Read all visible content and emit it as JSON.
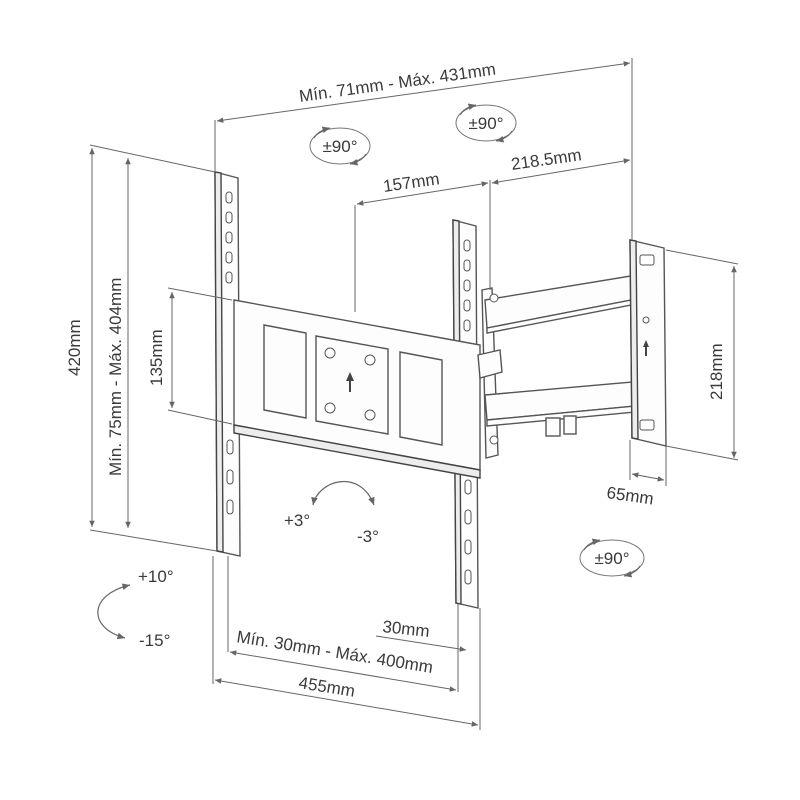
{
  "dimensions": {
    "overall_width": "Mín. 71mm - Máx. 431mm",
    "arm_segment_inner": "157mm",
    "arm_segment_outer": "218.5mm",
    "overall_height": "420mm",
    "vesa_vertical": "Mín. 75mm - Máx. 404mm",
    "plate_height": "135mm",
    "wall_plate_height": "218mm",
    "wall_plate_depth": "65mm",
    "rail_bottom_offset": "30mm",
    "vesa_horizontal": "Mín. 30mm - Máx. 400mm",
    "total_width": "455mm"
  },
  "rotations": {
    "swivel_left": "±90°",
    "swivel_mid": "±90°",
    "swivel_wall": "±90°",
    "level_plus": "+3°",
    "level_minus": "-3°",
    "tilt_up": "+10°",
    "tilt_down": "-15°"
  }
}
